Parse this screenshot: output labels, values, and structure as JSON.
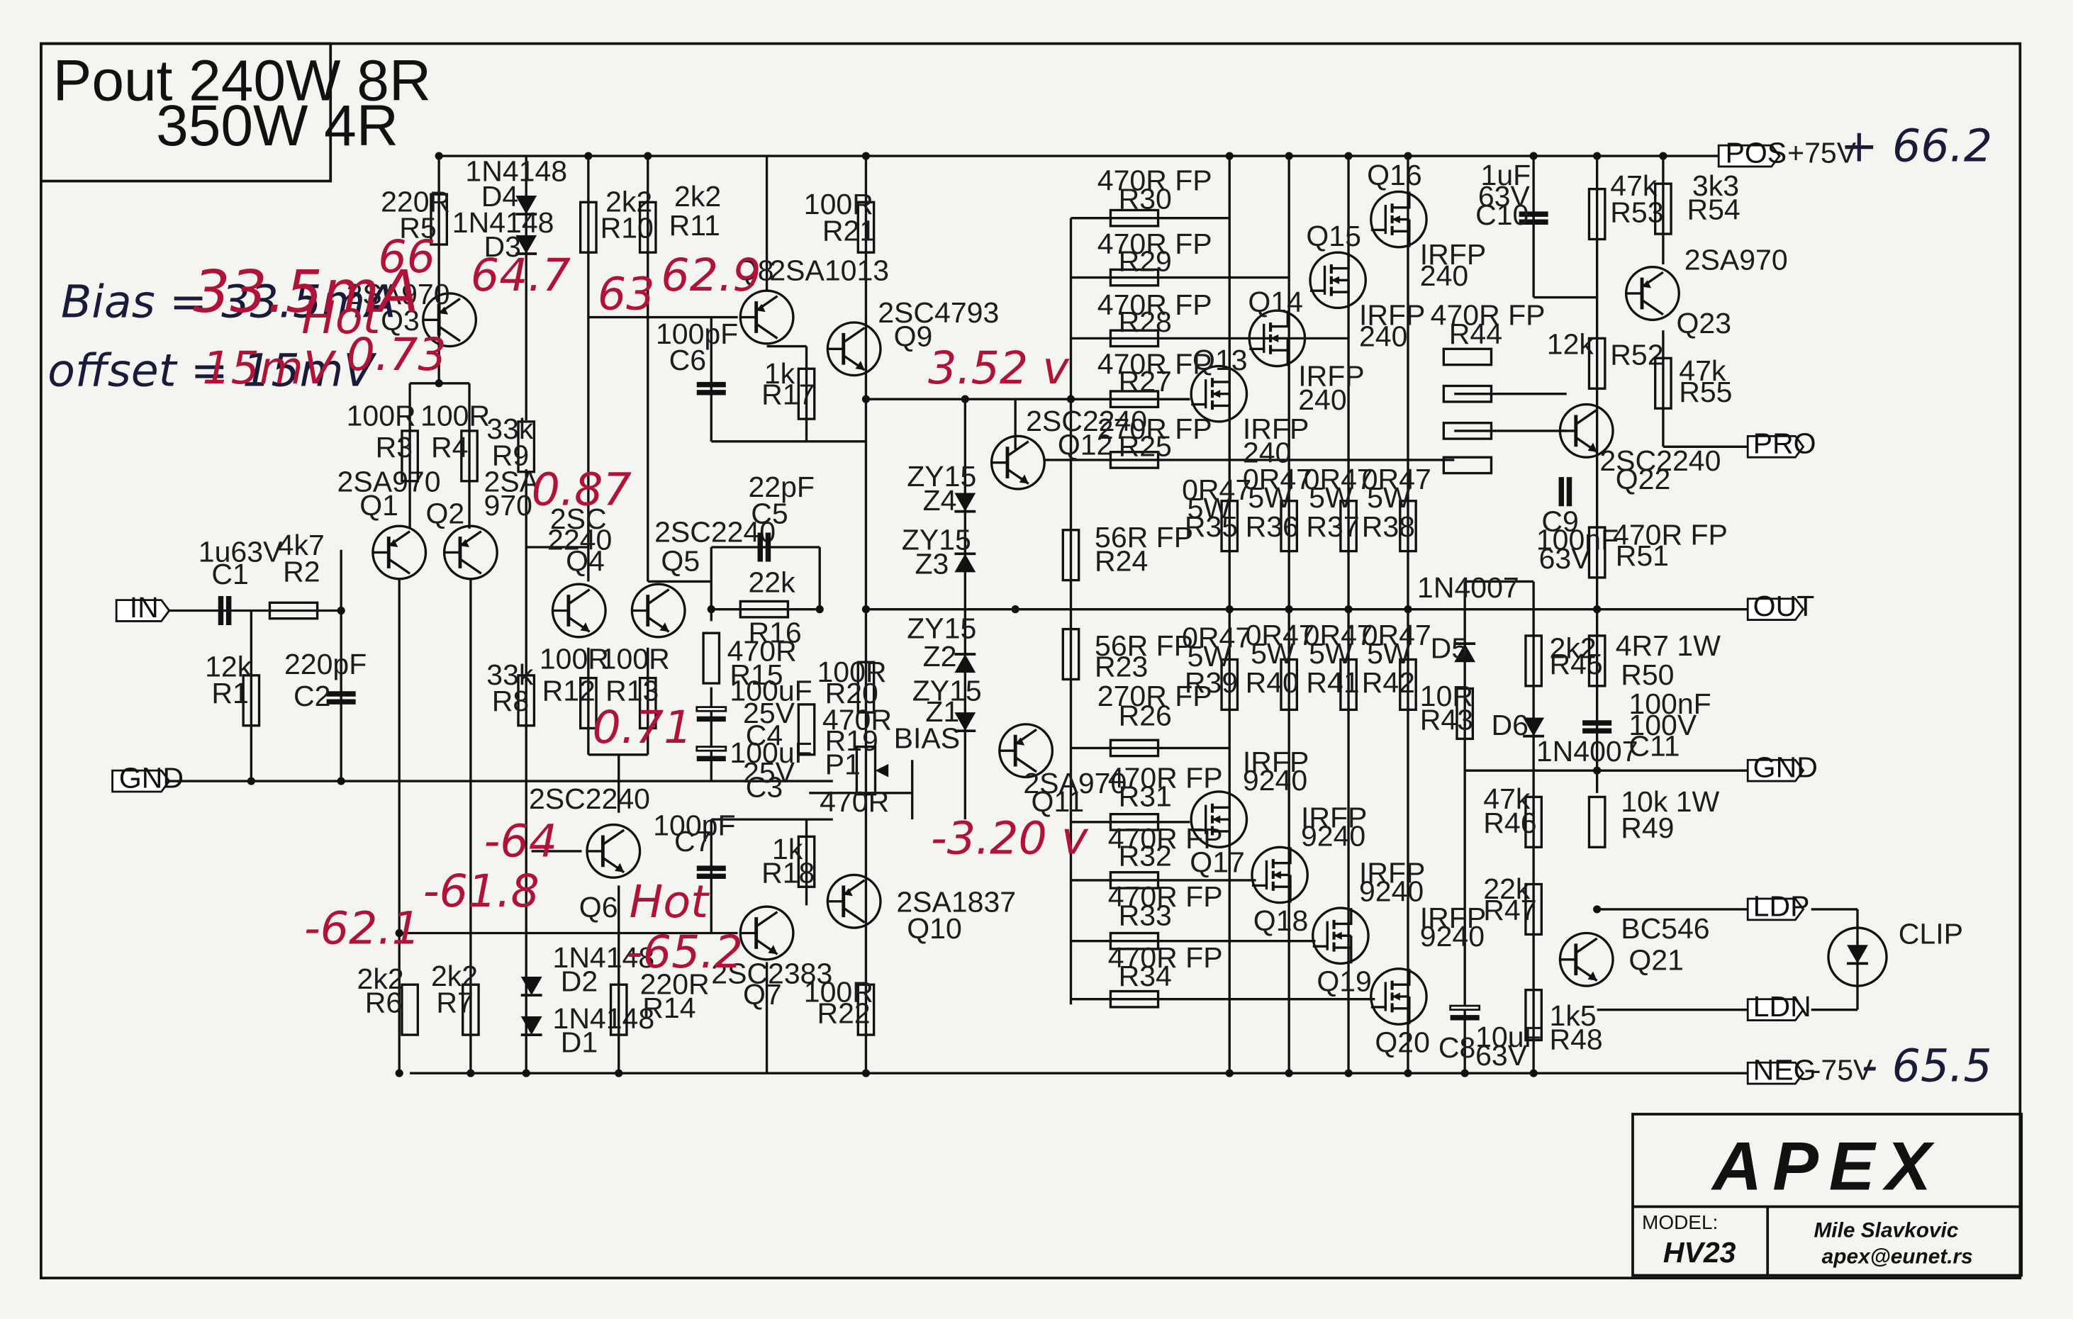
{
  "power": {
    "line1": "Pout  240W 8R",
    "line2": "350W 4R"
  },
  "annotations": {
    "bias": "Bias = 33.5mA",
    "offset": "offset = 15mV",
    "hot_top": "Hot",
    "hot_bottom": "Hot",
    "v66": "66",
    "v647": "64.7",
    "v073": "0.73",
    "v63": "63",
    "v629": "62.9",
    "v352": "3.52 v",
    "v087": "0.87",
    "v071": "0.71",
    "v64": "-64",
    "v618": "-61.8",
    "v621": "-62.1",
    "v652": "-65.2",
    "v320": "-3.20 v",
    "pos_meas": "+ 66.2",
    "neg_meas": "- 65.5"
  },
  "connectors": {
    "pos": "POS",
    "pos_rail": "+75V",
    "neg": "NEG",
    "neg_rail": "-75V",
    "pro": "PRO",
    "in": "IN",
    "out": "OUT",
    "gnd_left": "GND",
    "gnd_right": "GND",
    "ldp": "LDP",
    "ldn": "LDN",
    "clip": "CLIP"
  },
  "components": {
    "d4": [
      "1N4148",
      "D4"
    ],
    "d3": [
      "1N4148",
      "D3"
    ],
    "r5": [
      "220R",
      "R5"
    ],
    "r10": [
      "2k2",
      "R10"
    ],
    "r11": [
      "2k2",
      "R11"
    ],
    "r21": [
      "100R",
      "R21"
    ],
    "q8": [
      "Q8",
      "2SA1013"
    ],
    "q9": [
      "2SC4793",
      "Q9"
    ],
    "q3": [
      "2SA970",
      "Q3"
    ],
    "c6": [
      "100pF",
      "C6"
    ],
    "r17": [
      "1k",
      "R17"
    ],
    "r3": [
      "100R",
      "R3"
    ],
    "r4": [
      "100R",
      "R4"
    ],
    "r9": [
      "33k",
      "R9"
    ],
    "q1": [
      "2SA970",
      "Q1"
    ],
    "q2": [
      "Q2",
      "2SA",
      "970"
    ],
    "q4": [
      "2SC",
      "2240",
      "Q4"
    ],
    "q5": [
      "2SC2240",
      "Q5"
    ],
    "c5": [
      "22pF",
      "C5"
    ],
    "r16": [
      "22k",
      "R16"
    ],
    "r15": [
      "470R",
      "R15"
    ],
    "c4": [
      "100uF",
      "25V",
      "C4"
    ],
    "c3": [
      "100uF",
      "25V",
      "C3"
    ],
    "c1": [
      "1u63V",
      "C1"
    ],
    "r2": [
      "4k7",
      "R2"
    ],
    "r1": [
      "12k",
      "R1"
    ],
    "c2": [
      "220pF",
      "C2"
    ],
    "r8": [
      "33k",
      "R8"
    ],
    "r12": [
      "100R",
      "R12"
    ],
    "r13": [
      "100R",
      "R13"
    ],
    "r20": [
      "100R",
      "R20"
    ],
    "r19": [
      "470R",
      "R19"
    ],
    "p1": [
      "P1",
      "470R",
      "BIAS"
    ],
    "z4": [
      "ZY15",
      "Z4"
    ],
    "z3": [
      "ZY15",
      "Z3"
    ],
    "z2": [
      "ZY15",
      "Z2"
    ],
    "z1": [
      "ZY15",
      "Z1"
    ],
    "q12": [
      "2SC2240",
      "Q12"
    ],
    "q11": [
      "2SA970",
      "Q11"
    ],
    "q6": [
      "2SC2240",
      "Q6"
    ],
    "c7": [
      "100pF",
      "C7"
    ],
    "r18": [
      "1k",
      "R18"
    ],
    "q7": [
      "2SC2383",
      "Q7"
    ],
    "q10": [
      "2SA1837",
      "Q10"
    ],
    "r22": [
      "100R",
      "R22"
    ],
    "d2": [
      "1N4148",
      "D2"
    ],
    "d1": [
      "1N4148",
      "D1"
    ],
    "r14": [
      "220R",
      "R14"
    ],
    "r6": [
      "2k2",
      "R6"
    ],
    "r7": [
      "2k2",
      "R7"
    ],
    "r30": [
      "470R FP",
      "R30"
    ],
    "r29": [
      "470R FP",
      "R29"
    ],
    "r28": [
      "470R FP",
      "R28"
    ],
    "r27": [
      "470R FP",
      "R27"
    ],
    "r25": [
      "270R FP",
      "R25"
    ],
    "r24": [
      "56R FP",
      "R24"
    ],
    "r23": [
      "56R FP",
      "R23"
    ],
    "r26": [
      "270R FP",
      "R26"
    ],
    "r31": [
      "470R FP",
      "R31"
    ],
    "r32": [
      "470R FP",
      "R32"
    ],
    "r33": [
      "470R FP",
      "R33"
    ],
    "r34": [
      "470R FP",
      "R34"
    ],
    "q16": [
      "Q16",
      "IRFP",
      "240"
    ],
    "q15": [
      "Q15",
      "IRFP",
      "240"
    ],
    "q14": [
      "Q14",
      "IRFP",
      "240"
    ],
    "q13": [
      "Q13",
      "IRFP",
      "240"
    ],
    "q17": [
      "IRFP",
      "9240",
      "Q17"
    ],
    "q18": [
      "IRFP",
      "9240",
      "Q18"
    ],
    "q19": [
      "IRFP",
      "9240",
      "Q19"
    ],
    "q20": [
      "IRFP",
      "9240",
      "Q20"
    ],
    "r35": [
      "0R47",
      "5W",
      "R35"
    ],
    "r36": [
      "0R47",
      "5W",
      "R36"
    ],
    "r37": [
      "0R47",
      "5W",
      "R37"
    ],
    "r38": [
      "0R47",
      "5W",
      "R38"
    ],
    "r39": [
      "0R47",
      "5W",
      "R39"
    ],
    "r40": [
      "0R47",
      "5W",
      "R40"
    ],
    "r41": [
      "0R47",
      "5W",
      "R41"
    ],
    "r42": [
      "0R47",
      "5W",
      "R42"
    ],
    "c10": [
      "1uF",
      "63V",
      "C10"
    ],
    "r53": [
      "47k",
      "R53"
    ],
    "r54": [
      "3k3",
      "R54"
    ],
    "q23": [
      "2SA970",
      "Q23"
    ],
    "r44": [
      "470R FP",
      "R44"
    ],
    "r52": [
      "12k",
      "R52"
    ],
    "r55": [
      "47k",
      "R55"
    ],
    "q22": [
      "2SC2240",
      "Q22"
    ],
    "c9": [
      "C9",
      "100nF",
      "63V"
    ],
    "r51": [
      "470R FP",
      "R51"
    ],
    "d5": [
      "1N4007",
      "D5"
    ],
    "r43": [
      "10R",
      "R43"
    ],
    "r45": [
      "2k2",
      "R45"
    ],
    "d6": [
      "D6",
      "1N4007"
    ],
    "r50": [
      "4R7 1W",
      "R50"
    ],
    "c11": [
      "100nF",
      "100V",
      "C11"
    ],
    "r46": [
      "47k",
      "R46"
    ],
    "r49": [
      "10k 1W",
      "R49"
    ],
    "r47": [
      "22k",
      "R47"
    ],
    "q21": [
      "BC546",
      "Q21"
    ],
    "c8": [
      "C8",
      "10uF",
      "63V"
    ],
    "r48": [
      "1k5",
      "R48"
    ]
  },
  "title_block": {
    "logo": "APEX",
    "model_label": "MODEL:",
    "model": "HV23",
    "author": "Mile Slavkovic",
    "email": "apex@eunet.rs"
  }
}
